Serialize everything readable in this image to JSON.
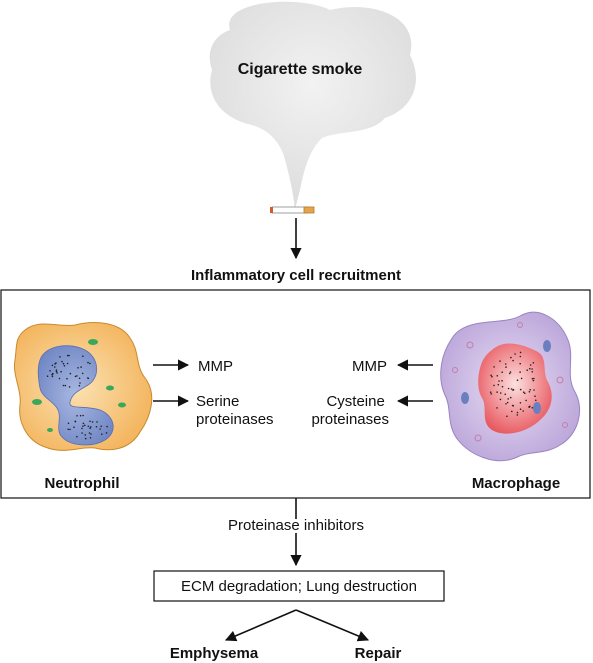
{
  "smoke": {
    "label": "Cigarette smoke"
  },
  "recruitment": {
    "label": "Inflammatory cell recruitment"
  },
  "neutrophil": {
    "name": "Neutrophil",
    "products": [
      {
        "lines": [
          "MMP"
        ]
      },
      {
        "lines": [
          "Serine",
          "proteinases"
        ]
      }
    ]
  },
  "macrophage": {
    "name": "Macrophage",
    "products": [
      {
        "lines": [
          "MMP"
        ]
      },
      {
        "lines": [
          "Cysteine",
          "proteinases"
        ]
      }
    ]
  },
  "inhibitors": {
    "label": "Proteinase inhibitors"
  },
  "outcome": {
    "label": "ECM degradation; Lung destruction"
  },
  "results": {
    "left": "Emphysema",
    "right": "Repair"
  },
  "colors": {
    "neutrophil_body": "#f7c372",
    "neutrophil_nucleus": "#7b93cc",
    "granule": "#3aa85a",
    "macrophage_body": "#c9b6e3",
    "macrophage_core": "#ef6a6f",
    "smoke": "#e5e5e5"
  }
}
